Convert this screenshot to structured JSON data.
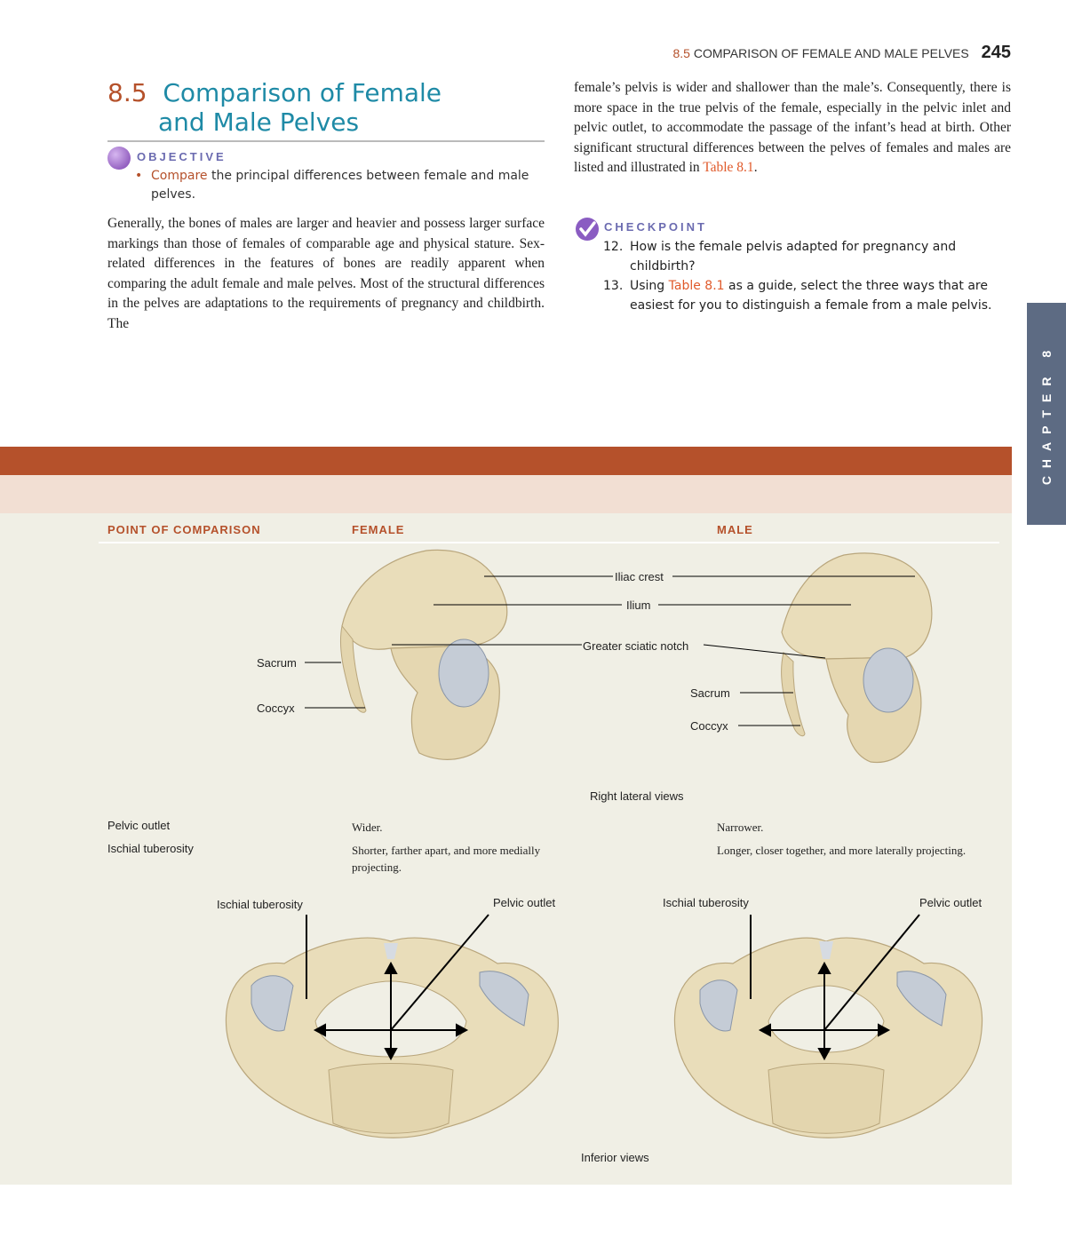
{
  "header": {
    "section": "8.5",
    "title": "COMPARISON OF FEMALE AND MALE PELVES",
    "page": "245"
  },
  "section_title": {
    "number": "8.5",
    "line1": "Comparison of Female",
    "line2": "and Male Pelves"
  },
  "objective": {
    "label": "OBJECTIVE",
    "verb": "Compare",
    "text": " the principal differences between female and male pelves."
  },
  "body_left": "Generally, the bones of males are larger and heavier and possess larger surface markings than those of females of comparable age and physical stature. Sex-related differences in the features of bones are readily apparent when comparing the adult female and male pelves. Most of the structural differences in the pelves are adaptations to the requirements of pregnancy and childbirth. The",
  "body_right": {
    "text": "female’s pelvis is wider and shallower than the male’s. Consequently, there is more space in the true pelvis of the female, especially in the pelvic inlet and pelvic outlet, to accommodate the passage of the infant’s head at birth. Other significant structural differences between the pelves of females and males are listed and illustrated in ",
    "ref": "Table 8.1",
    "end": "."
  },
  "checkpoint": {
    "label": "CHECKPOINT",
    "q12_num": "12.",
    "q12": "How is the female pelvis adapted for pregnancy and childbirth?",
    "q13_num": "13.",
    "q13_a": "Using ",
    "q13_ref": "Table 8.1",
    "q13_b": " as a guide, select the three ways that are easiest for you to distinguish a female from a male pelvis."
  },
  "chapter_tab": "CHAPTER 8",
  "table": {
    "col_point": "POINT OF COMPARISON",
    "col_female": "FEMALE",
    "col_male": "MALE",
    "lateral_labels": {
      "iliac_crest": "Iliac crest",
      "ilium": "Ilium",
      "greater_sciatic_notch": "Greater sciatic notch",
      "sacrum": "Sacrum",
      "coccyx": "Coccyx"
    },
    "lateral_caption": "Right lateral views",
    "rows": [
      {
        "point": "Pelvic outlet",
        "female": "Wider.",
        "male": "Narrower."
      },
      {
        "point": "Ischial tuberosity",
        "female": "Shorter, farther apart, and more medially projecting.",
        "male": "Longer, closer together, and more laterally projecting."
      }
    ],
    "inferior_labels": {
      "ischial_tuberosity": "Ischial tuberosity",
      "pelvic_outlet": "Pelvic outlet"
    },
    "inferior_caption": "Inferior views"
  },
  "colors": {
    "accent": "#b5512b",
    "title_blue": "#1e8aa6",
    "tab": "#5d6b83",
    "table_bg": "#f0efe5",
    "bone": "#e9ddba",
    "cartilage": "#c5ccd6"
  }
}
